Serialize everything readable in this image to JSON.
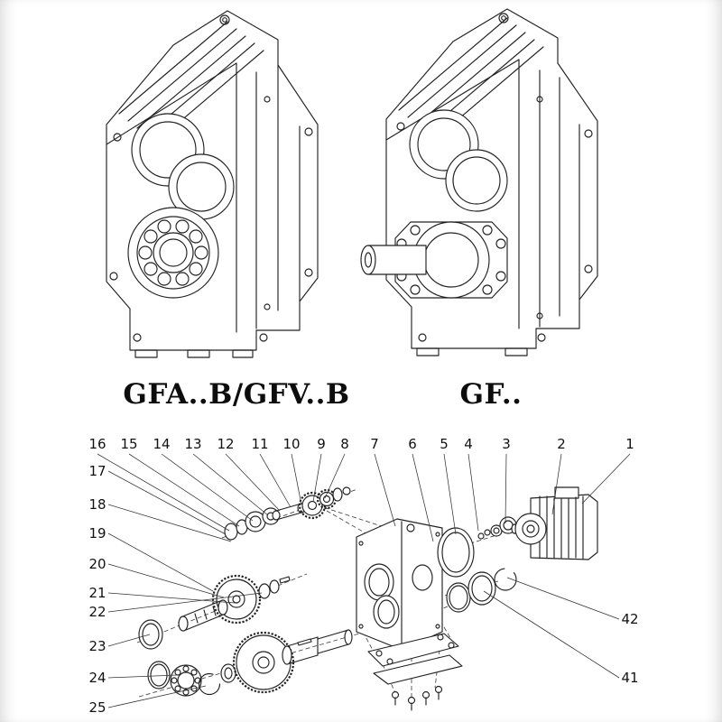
{
  "page": {
    "left_model_label": "GFA..B/GFV..B",
    "right_model_label": "GF.."
  },
  "exploded": {
    "top_row": [
      "16",
      "15",
      "14",
      "13",
      "12",
      "11",
      "10",
      "9",
      "8",
      "7",
      "6",
      "5",
      "4",
      "3",
      "2",
      "1"
    ],
    "left_col": [
      "17",
      "18",
      "19",
      "20",
      "21",
      "22",
      "23",
      "24",
      "25"
    ],
    "right_col": [
      "42",
      "41"
    ]
  }
}
